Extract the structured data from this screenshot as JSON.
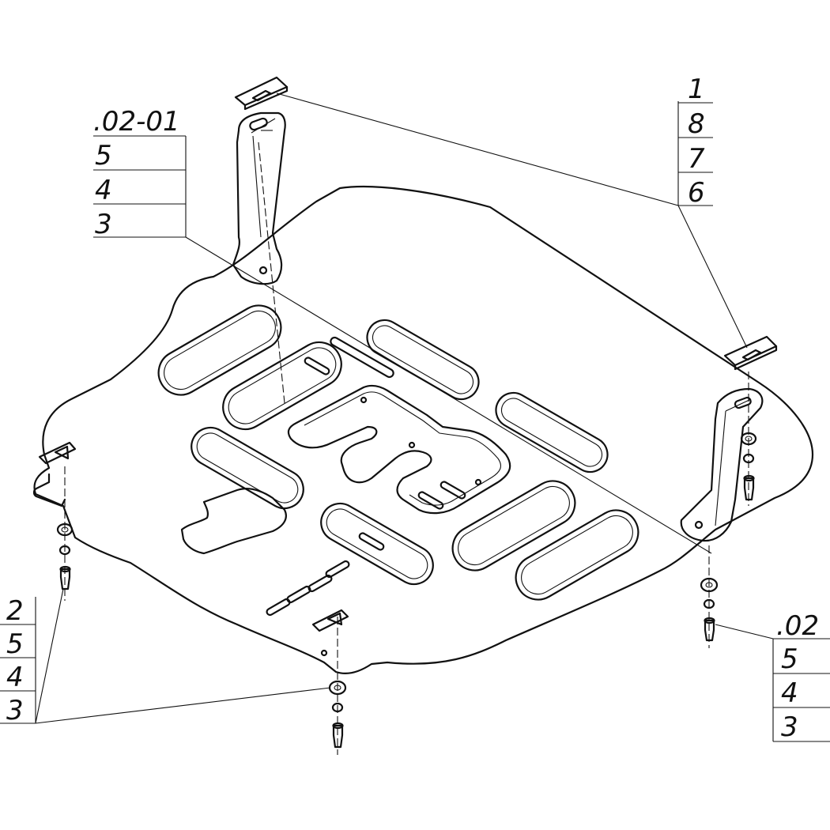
{
  "callouts": {
    "top_left": {
      "header": ".02-01",
      "rows": [
        "5",
        "4",
        "3"
      ]
    },
    "top_right": {
      "rows": [
        "1",
        "8",
        "7",
        "6"
      ]
    },
    "bottom_left": {
      "rows": [
        "2",
        "5",
        "4",
        "3"
      ]
    },
    "bottom_right": {
      "header": ".02",
      "rows": [
        "5",
        "4",
        "3"
      ]
    }
  }
}
